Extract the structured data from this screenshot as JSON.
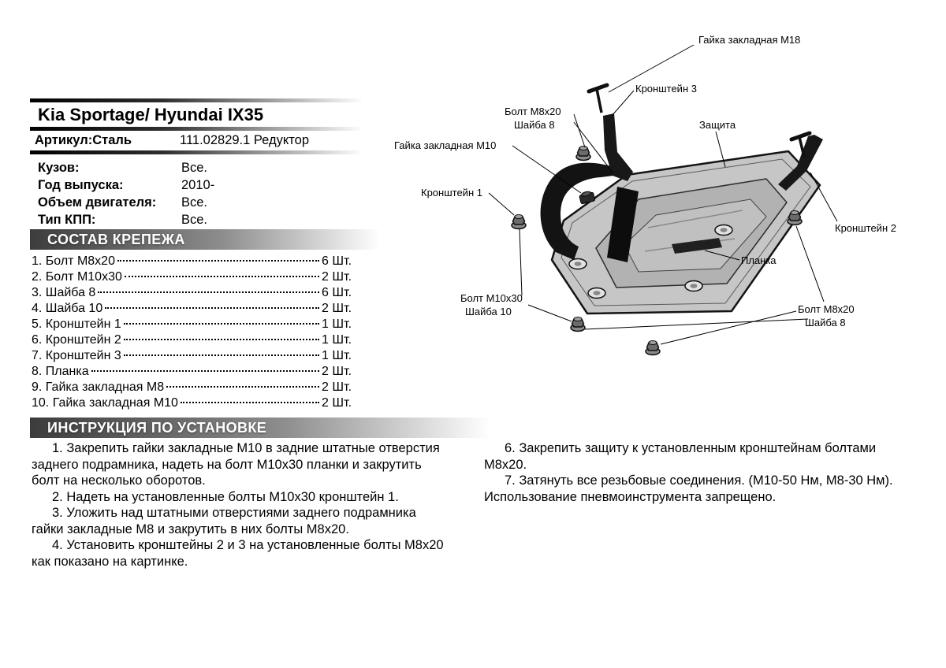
{
  "header": {
    "title": "Kia Sportage/ Hyundai IX35",
    "article_label": "Артикул:Сталь",
    "article_value": "111.02829.1 Редуктор"
  },
  "specs": {
    "rows": [
      {
        "label": "Кузов:",
        "value": "Все."
      },
      {
        "label": "Год выпуска:",
        "value": "2010-"
      },
      {
        "label": "Объем двигателя:",
        "value": "Все."
      },
      {
        "label": "Тип КПП:",
        "value": "Все."
      }
    ]
  },
  "parts": {
    "heading": "СОСТАВ КРЕПЕЖА",
    "items": [
      {
        "num": "1.",
        "name": "Болт М8х20",
        "qty": "6 Шт."
      },
      {
        "num": "2.",
        "name": "Болт М10х30",
        "qty": "2 Шт."
      },
      {
        "num": "3.",
        "name": "Шайба 8",
        "qty": "6 Шт."
      },
      {
        "num": "4.",
        "name": "Шайба 10",
        "qty": "2 Шт."
      },
      {
        "num": "5.",
        "name": "Кронштейн 1",
        "qty": "1 Шт."
      },
      {
        "num": "6.",
        "name": "Кронштейн 2",
        "qty": "1 Шт."
      },
      {
        "num": "7.",
        "name": "Кронштейн 3",
        "qty": "1 Шт."
      },
      {
        "num": "8.",
        "name": "Планка",
        "qty": "2 Шт."
      },
      {
        "num": "9.",
        "name": "Гайка закладная М8",
        "qty": "2 Шт."
      },
      {
        "num": "10.",
        "name": "Гайка закладная М10",
        "qty": "2 Шт."
      }
    ]
  },
  "instructions": {
    "heading": "ИНСТРУКЦИЯ ПО УСТАНОВКЕ",
    "left": [
      {
        "text": "1. Закрепить гайки закладные М10 в задние штатные отверстия заднего подрамника, надеть на болт М10х30 планки и закрутить болт на несколько оборотов.",
        "indent": true
      },
      {
        "text": "2. Надеть на установленные болты М10х30 кронштейн 1.",
        "indent": true
      },
      {
        "text": "3. Уложить над штатными отверстиями заднего подрамника гайки закладные М8 и закрутить в них болты М8х20.",
        "indent": true
      },
      {
        "text": "4. Установить кронштейны 2 и 3 на установленные болты М8х20 как показано на картинке.",
        "indent": true
      }
    ],
    "right": [
      {
        "text": "6. Закрепить защиту к установленным кронштейнам болтами М8х20.",
        "indent": true
      },
      {
        "text": "7. Затянуть все резьбовые соединения. (М10-50 Нм, М8-30 Нм).",
        "indent": true
      },
      {
        "text": "Использование пневмоинструмента запрещено.",
        "indent": false
      }
    ]
  },
  "diagram": {
    "labels": [
      {
        "id": "nut-m18",
        "text": "Гайка закладная М18"
      },
      {
        "id": "bracket-3",
        "text": "Кронштейн 3"
      },
      {
        "id": "bolt-m8-top",
        "text": "Болт М8х20"
      },
      {
        "id": "washer-8-top",
        "text": "Шайба 8"
      },
      {
        "id": "nut-m10",
        "text": "Гайка закладная М10"
      },
      {
        "id": "protection",
        "text": "Защита"
      },
      {
        "id": "bracket-1",
        "text": "Кронштейн 1"
      },
      {
        "id": "bracket-2",
        "text": "Кронштейн 2"
      },
      {
        "id": "planka",
        "text": "Планка"
      },
      {
        "id": "bolt-m10",
        "text": "Болт М10х30"
      },
      {
        "id": "washer-10",
        "text": "Шайба 10"
      },
      {
        "id": "bolt-m8-bottom",
        "text": "Болт М8х20"
      },
      {
        "id": "washer-8-bottom",
        "text": "Шайба 8"
      }
    ]
  }
}
